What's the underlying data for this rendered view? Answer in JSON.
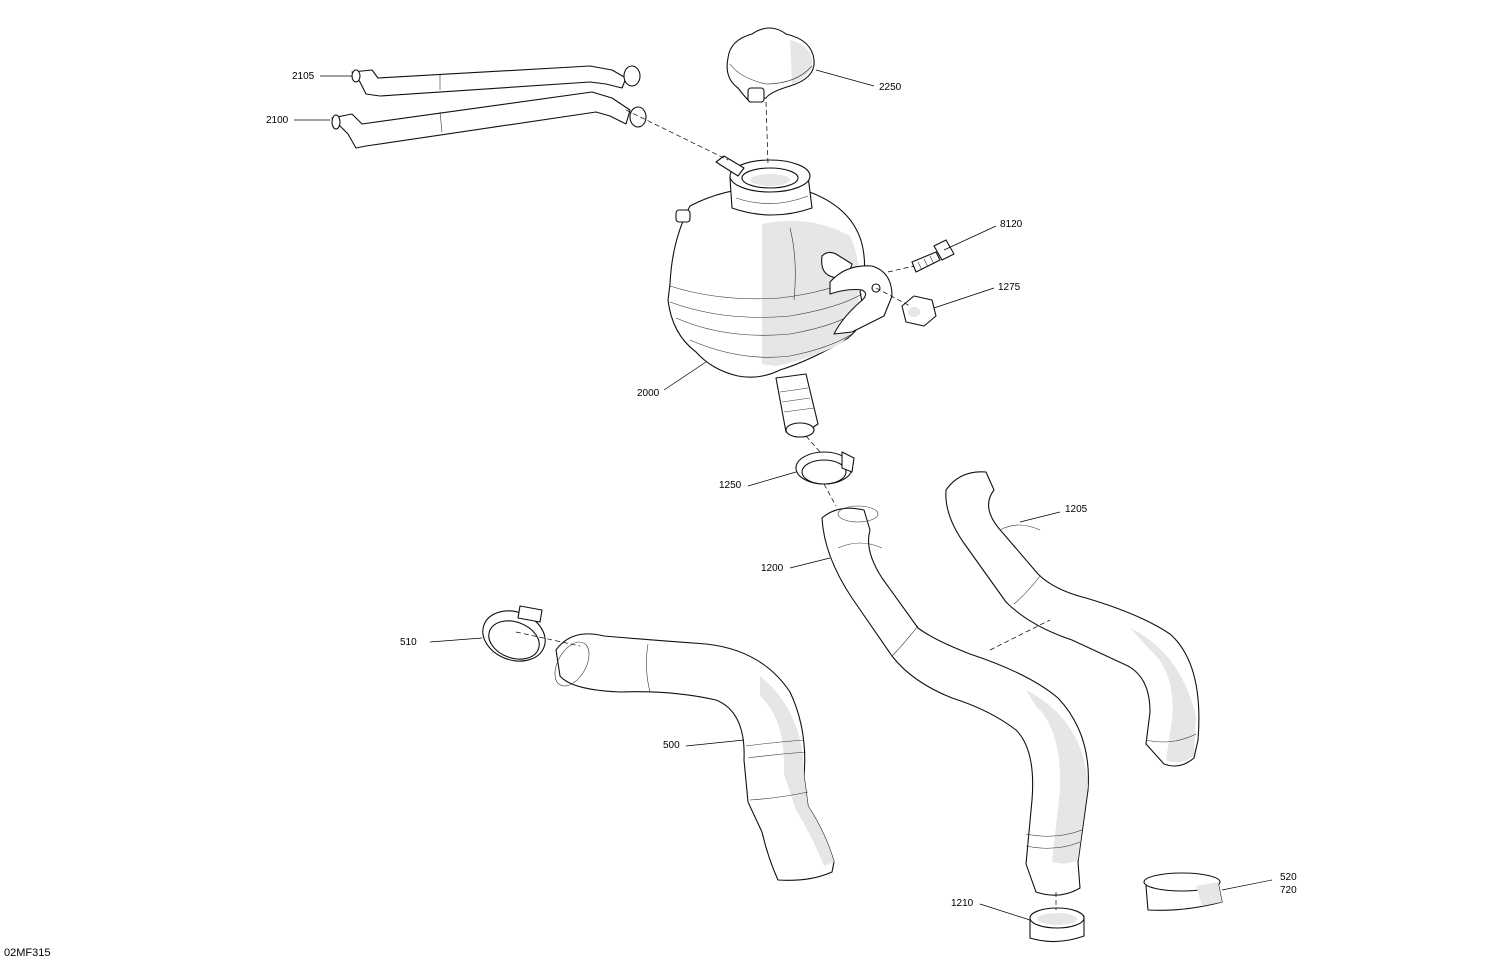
{
  "figure_id": "02MF315",
  "callouts": {
    "p2105": "2105",
    "p2100": "2100",
    "p2250": "2250",
    "p8120": "8120",
    "p1275": "1275",
    "p2000": "2000",
    "p1250": "1250",
    "p1205": "1205",
    "p1200": "1200",
    "p510": "510",
    "p500": "500",
    "p1210": "1210",
    "p520": "520",
    "p720": "720"
  }
}
